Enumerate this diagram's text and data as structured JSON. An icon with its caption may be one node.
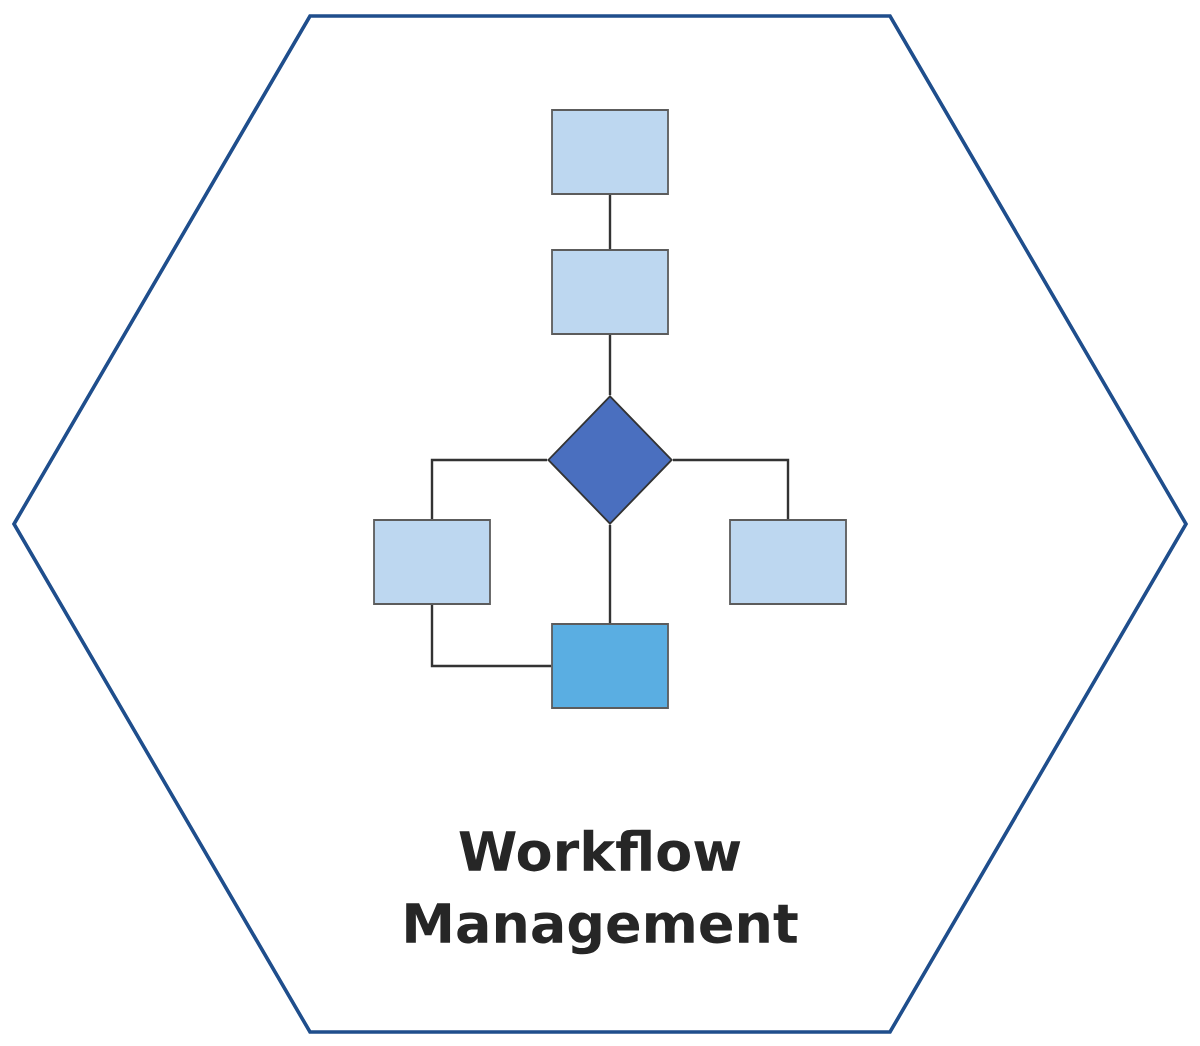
{
  "diagram": {
    "nodes": [
      {
        "text": [
          "Workflow Management"
        ]
      },
      {
        "text": [],
        "shape": "box",
        "in": 0
      },
      {
        "text": [],
        "shape": "box",
        "in": 0
      },
      {
        "text": [],
        "shape": "diamond",
        "in": 0
      },
      {
        "text": [],
        "shape": "box",
        "in": 0
      },
      {
        "text": [],
        "shape": "box",
        "in": 0
      },
      {
        "text": [],
        "shape": "box",
        "in": 0
      }
    ],
    "edges": [
      {
        "from": 1,
        "to": 2,
        "arrow": "none"
      },
      {
        "from": 2,
        "to": 3,
        "arrow": "none"
      },
      {
        "from": 3,
        "to": 4,
        "arrow": "none"
      },
      {
        "from": 3,
        "to": 5,
        "arrow": "none"
      },
      {
        "from": 3,
        "to": 6,
        "arrow": "none"
      },
      {
        "from": 4,
        "to": 6,
        "arrow": "none"
      }
    ]
  }
}
